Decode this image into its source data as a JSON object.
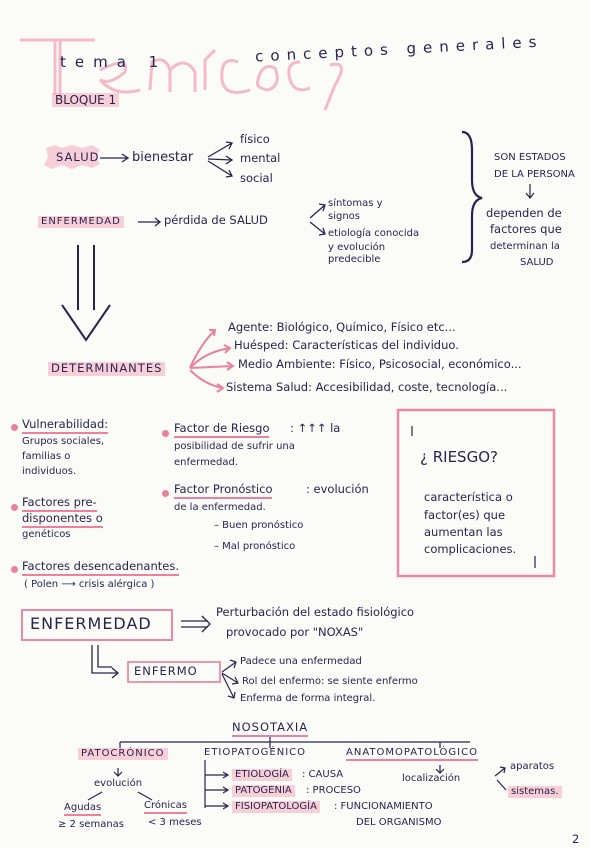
{
  "header": {
    "tema_label": "tema 1",
    "title": "conceptos generales",
    "bloque": "BLOQUE 1",
    "page_number": "2"
  },
  "salud": {
    "label": "SALUD",
    "target": "bienestar",
    "branches": [
      "físico",
      "mental",
      "social"
    ]
  },
  "enfermedad_top": {
    "label": "ENFERMEDAD",
    "target": "pérdida de SALUD",
    "branches": [
      "síntomas y signos",
      "etiología conocida",
      "y evolución predecible"
    ]
  },
  "side_note": {
    "line1": "SON ESTADOS",
    "line2": "DE LA PERSONA",
    "line3": "dependen de",
    "line4": "factores que",
    "line5": "determinan la",
    "line6": "SALUD"
  },
  "determinantes": {
    "label": "DETERMINANTES",
    "items": [
      "Agente: Biológico, Químico, Físico etc...",
      "Huésped: Características del individuo.",
      "Medio Ambiente: Físico, Psicosocial, económico...",
      "Sistema Salud: Accesibilidad, coste, tecnología..."
    ]
  },
  "left_col": {
    "vuln_title": "Vulnerabilidad:",
    "vuln_text1": "Grupos sociales,",
    "vuln_text2": "familias o",
    "vuln_text3": "individuos.",
    "pred_title1": "Factores pre-",
    "pred_title2": "disponentes o",
    "pred_text": "genéticos",
    "desenc_title": "Factores desencadenantes.",
    "desenc_text": "( Polen ⟶ crisis alérgica )"
  },
  "mid_col": {
    "riesgo_title": "Factor de Riesgo",
    "riesgo_text1": ": ↑↑↑ la",
    "riesgo_text2": "posibilidad de sufrir una",
    "riesgo_text3": "enfermedad.",
    "pron_title": "Factor Pronóstico",
    "pron_text1": ": evolución",
    "pron_text2": "de la enfermedad.",
    "pron_good": "– Buen pronóstico",
    "pron_bad": "– Mal pronóstico"
  },
  "riesgo_box": {
    "title": "¿ RIESGO?",
    "line1": "característica o",
    "line2": "factor(es) que",
    "line3": "aumentan las",
    "line4": "complicaciones."
  },
  "enfermedad_def": {
    "label": "ENFERMEDAD",
    "def1": "Perturbación del estado fisiológico",
    "def2": "provocado por \"NOXAS\"",
    "enfermo": "ENFERMO",
    "enfermo_items": [
      "Padece una enfermedad",
      "Rol del enfermo: se siente enfermo",
      "Enferma de forma integral."
    ]
  },
  "nosotaxia": {
    "title": "NOSOTAXIA",
    "patocronico": "PATOCRÓNICO",
    "evolucion": "evolución",
    "agudas": "Agudas",
    "agudas_time": "≥ 2 semanas",
    "cronicas": "Crónicas",
    "cronicas_time": "< 3 meses",
    "etiopatogenico": "ETIOPATOGÉNICO",
    "etiologia": "ETIOLOGÍA",
    "etiologia_def": ": CAUSA",
    "patogenia": "PATOGENIA",
    "patogenia_def": ": PROCESO",
    "fisiopatologia": "FISIOPATOLOGÍA",
    "fisio_def1": ": FUNCIONAMIENTO",
    "fisio_def2": "DEL ORGANISMO",
    "anatomopatologico": "ANATOMOPATOLÓGICO",
    "localizacion": "localización",
    "aparatos": "aparatos",
    "sistemas": "sistemas."
  },
  "colors": {
    "ink": "#2a2350",
    "pink": "#e9819f",
    "highlight": "#f4a6bd"
  }
}
